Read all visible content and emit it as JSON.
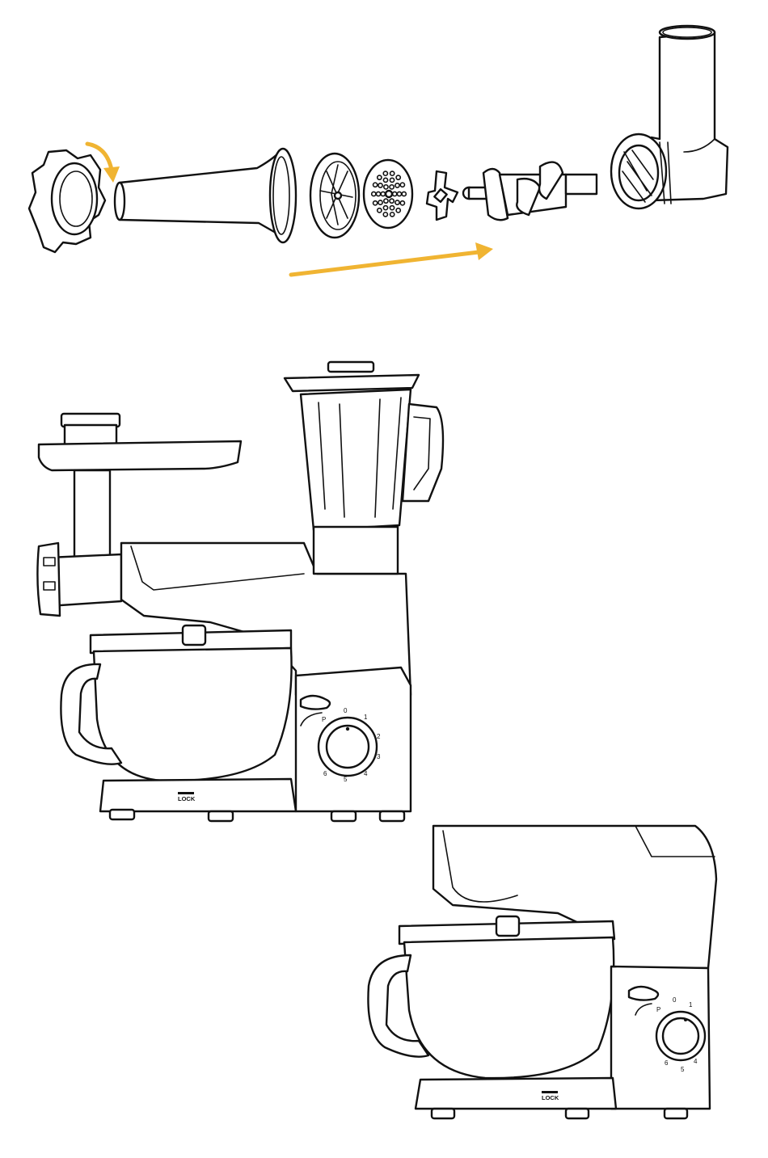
{
  "accent_color": "#f0b432",
  "dial": {
    "left_labels": [
      "P",
      "0",
      "1",
      "2",
      "3",
      "4",
      "5",
      "6"
    ],
    "right_labels": [
      "P",
      "0",
      "1",
      "6",
      "5",
      "4"
    ]
  },
  "lock_label": "LOCK",
  "lock_label_2": "LOCK",
  "arrows": [
    "curved-rotate-arrow",
    "assembly-direction-arrow"
  ]
}
